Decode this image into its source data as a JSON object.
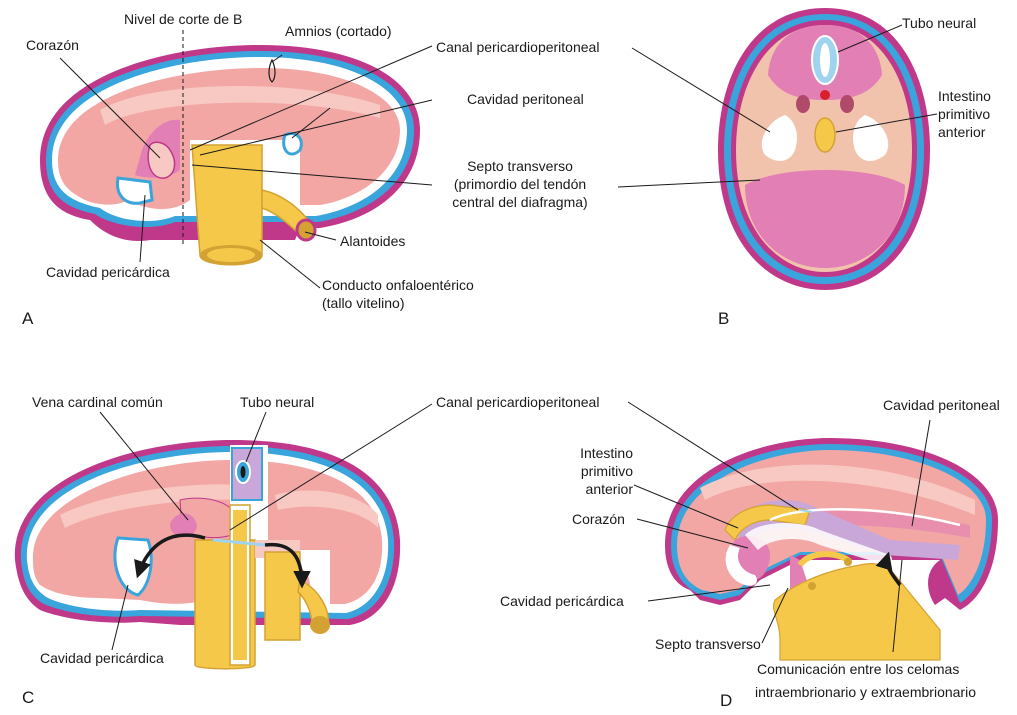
{
  "colors": {
    "outer_magenta": "#c0388a",
    "amnion_blue": "#3aa4dc",
    "body_pink": "#f2a7a5",
    "body_light": "#f7c9c2",
    "mesoderm_pink": "#e27fb4",
    "gut_yellow": "#f5c84a",
    "gut_yellow_dark": "#d4a232",
    "tan": "#f2c3ac",
    "cavity_white": "#ffffff",
    "neural_blue": "#9fd3ef",
    "notochord_red": "#d9202a",
    "arrow_black": "#1a1a1a"
  },
  "panels": {
    "A": {
      "letter": "A",
      "section_level": "Nivel de corte de B",
      "amnion": "Amnios (cortado)",
      "heart": "Corazón",
      "canal": "Canal pericardioperitoneal",
      "peritoneal": "Cavidad peritoneal",
      "septum": [
        "Septo transverso",
        "(primordio del tendón",
        "central del diafragma)"
      ],
      "allantois": "Alantoides",
      "pericardial": "Cavidad pericárdica",
      "duct": [
        "Conducto onfaloentérico",
        "(tallo vitelino)"
      ]
    },
    "B": {
      "letter": "B",
      "neural": "Tubo neural",
      "foregut": [
        "Intestino",
        "primitivo",
        "anterior"
      ]
    },
    "C": {
      "letter": "C",
      "cardinal": "Vena cardinal común",
      "neural": "Tubo neural",
      "canal": "Canal pericardioperitoneal",
      "pericardial": "Cavidad pericárdica"
    },
    "D": {
      "letter": "D",
      "peritoneal": "Cavidad peritoneal",
      "foregut": [
        "Intestino",
        "primitivo",
        "anterior"
      ],
      "heart": "Corazón",
      "pericardial": "Cavidad pericárdica",
      "septum": "Septo transverso",
      "communication": [
        "Comunicación entre los celomas",
        "intraembrionario y extraembrionario"
      ]
    }
  }
}
